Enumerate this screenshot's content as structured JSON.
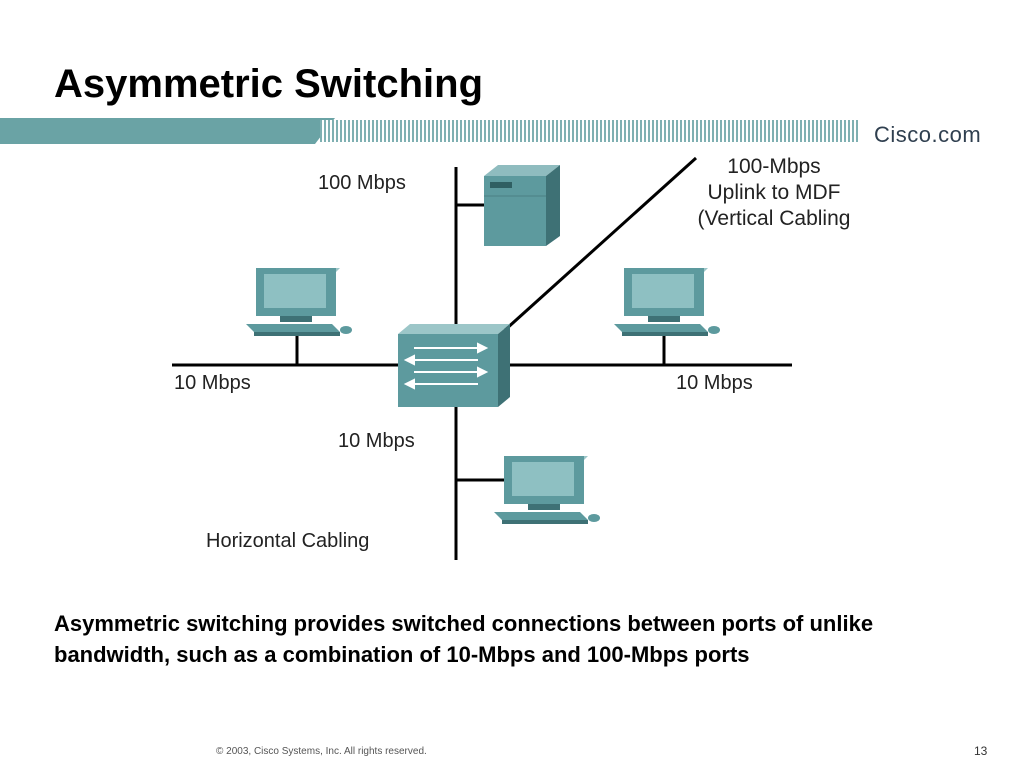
{
  "slide": {
    "title": "Asymmetric Switching",
    "brand": "Cisco.com",
    "caption": "Asymmetric switching provides switched connections between ports of unlike bandwidth, such as a combination of 10-Mbps and 100-Mbps ports",
    "footer": "© 2003, Cisco Systems, Inc. All rights reserved.",
    "page_number": "13"
  },
  "diagram": {
    "labels": {
      "server_link": "100 Mbps",
      "uplink_line1": "100-Mbps",
      "uplink_line2": "Uplink to MDF",
      "uplink_line3": "(Vertical Cabling",
      "left_link": "10 Mbps",
      "right_link": "10 Mbps",
      "bottom_link": "10 Mbps",
      "horizontal_cabling": "Horizontal Cabling"
    }
  },
  "colors": {
    "device_teal": "#5d9a9e",
    "device_dark": "#3e7175",
    "band_teal": "#6aa3a5",
    "line": "#000000"
  },
  "icons": [
    "server-icon",
    "switch-icon",
    "workstation-icon"
  ]
}
